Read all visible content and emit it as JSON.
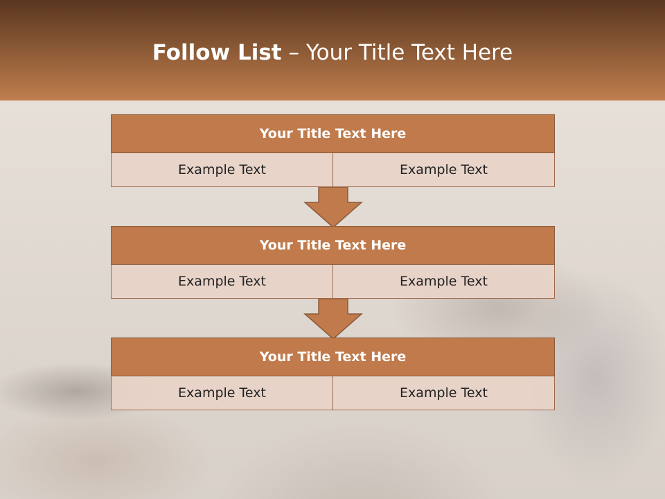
{
  "header": {
    "title_bold": "Follow List",
    "title_rest": "– Your Title Text Here"
  },
  "blocks": [
    {
      "title": "Your Title Text Here",
      "cells": [
        "Example Text",
        "Example Text"
      ]
    },
    {
      "title": "Your Title Text Here",
      "cells": [
        "Example Text",
        "Example Text"
      ]
    },
    {
      "title": "Your Title Text Here",
      "cells": [
        "Example Text",
        "Example Text"
      ]
    }
  ],
  "colors": {
    "header_top": "#5a3620",
    "header_bottom": "#c07e4e",
    "block_title_bg": "#c07a4b",
    "block_cell_bg": "#e8d2c8",
    "arrow": "#c07a4b"
  }
}
